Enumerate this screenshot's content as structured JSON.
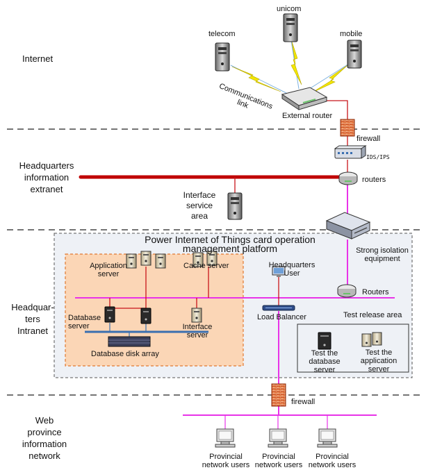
{
  "zones": {
    "internet": "Internet",
    "hq_extranet": [
      "Headquarters",
      "information",
      "extranet"
    ],
    "hq_intranet": [
      "Headquar-",
      "ters",
      "Intranet"
    ],
    "web_province": [
      "Web",
      "province",
      "information",
      "network"
    ]
  },
  "platform": {
    "title": [
      "Power Internet of Things card operation",
      "management platform"
    ]
  },
  "labels": {
    "telecom": "telecom",
    "unicom": "unicom",
    "mobile": "mobile",
    "communications_link": [
      "Communications",
      "link"
    ],
    "external_router": "External router",
    "firewall_top": "firewall",
    "ids_ips": "IDS/IPS",
    "routers_top": "routers",
    "interface_service_area": [
      "Interface",
      "service",
      "area"
    ],
    "strong_isolation": [
      "Strong isolation",
      "equipment"
    ],
    "application_server": [
      "Application",
      "server"
    ],
    "cache_server": "Cache server",
    "hq_user": [
      "Headquarters",
      "User"
    ],
    "routers_intranet": "Routers",
    "database_server": [
      "Database",
      "server"
    ],
    "interface_server": [
      "Interface",
      "server"
    ],
    "load_balancer": "Load Balancer",
    "test_release_area": "Test release area",
    "database_disk_array": "Database disk array",
    "test_db_server": [
      "Test the",
      "database",
      "server"
    ],
    "test_app_server": [
      "Test the",
      "application",
      "server"
    ],
    "firewall_bottom": "firewall",
    "provincial_users": [
      [
        "Provincial",
        "network users"
      ],
      [
        "Provincial",
        "network users"
      ],
      [
        "Provincial",
        "network users"
      ]
    ]
  },
  "colors": {
    "magenta_link": "#e833e8",
    "red_link": "#c8141a",
    "extranet_bar": "#c00000",
    "lightning": "#f2e600",
    "platform_bg": "#eef1f6",
    "core_bg": "#fbd6b6",
    "core_border": "#e07830",
    "lan_blue": "#3a6fb0"
  },
  "icons": [
    "server-tower-icon",
    "router-icon",
    "firewall-icon",
    "switch-icon",
    "isolation-device-icon",
    "workstation-icon",
    "pc-icon",
    "disk-array-icon",
    "load-balancer-icon"
  ]
}
